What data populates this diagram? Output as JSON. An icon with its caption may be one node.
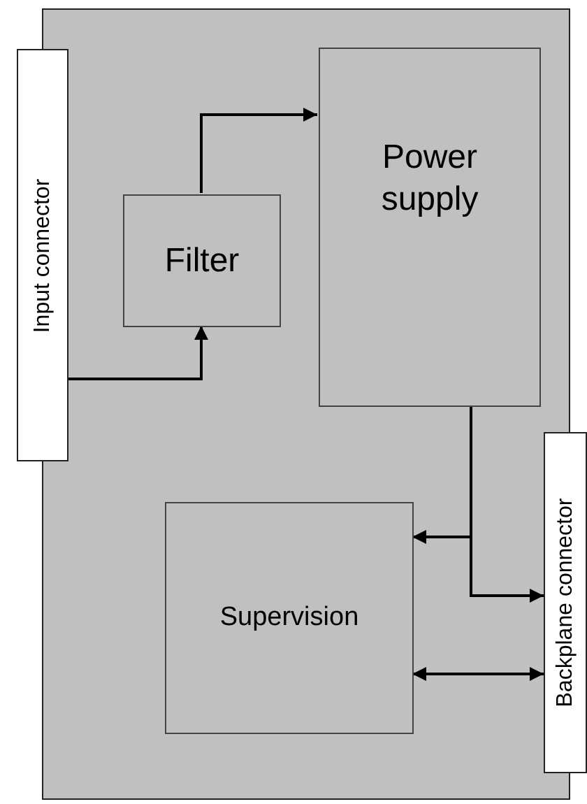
{
  "diagram": {
    "nodes": [
      {
        "text": [],
        "shape": "box"
      },
      {
        "text": [
          "Input connector"
        ]
      },
      {
        "text": [
          "Filter"
        ],
        "in": 0
      },
      {
        "text": [
          "Power supply"
        ],
        "in": 0
      },
      {
        "text": [
          "Supervision"
        ],
        "in": 0
      },
      {
        "text": [
          "Backplane connector"
        ]
      }
    ],
    "edges": [
      {
        "from": 1,
        "to": 2,
        "arrow": "to"
      },
      {
        "from": 2,
        "to": 3,
        "arrow": "to"
      },
      {
        "from": 3,
        "to": 4,
        "arrow": "to"
      },
      {
        "from": 3,
        "to": 5,
        "arrow": "to"
      },
      {
        "from": 4,
        "to": 5,
        "arrow": "both"
      }
    ]
  }
}
